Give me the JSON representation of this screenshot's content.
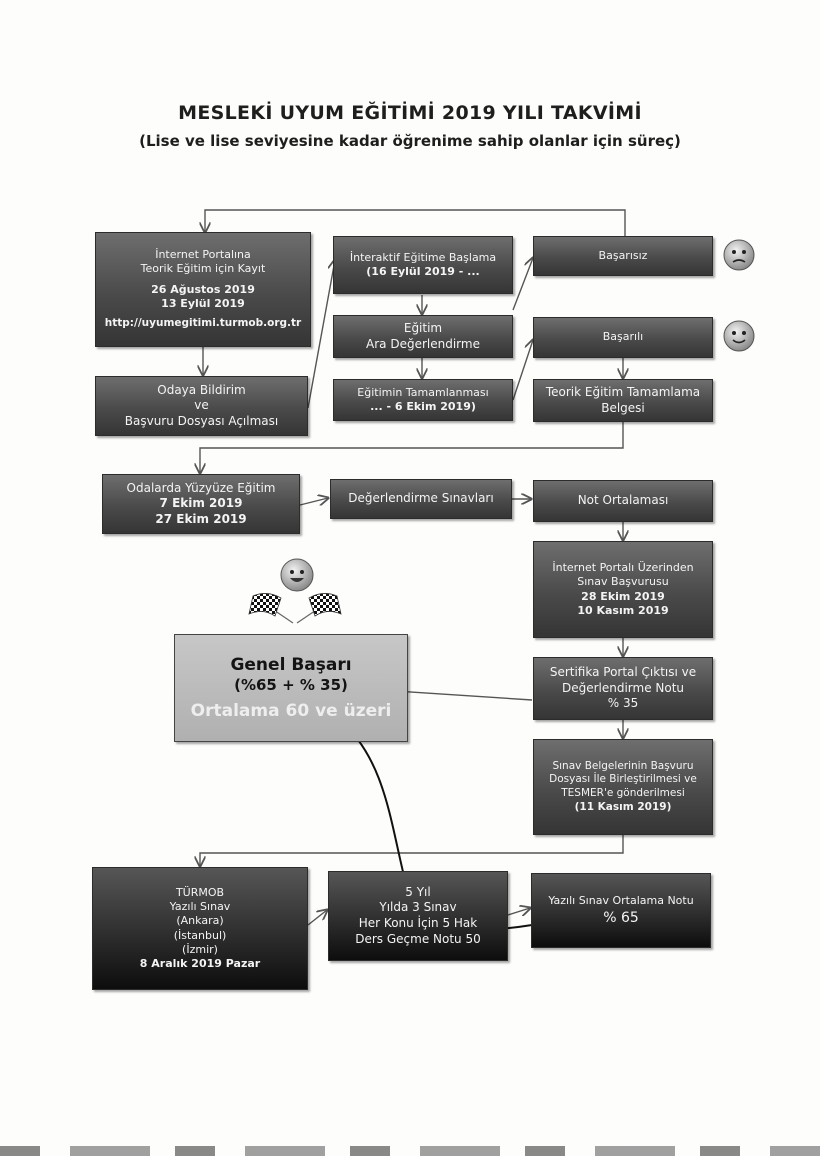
{
  "title": "MESLEKİ UYUM EĞİTİMİ 2019 YILI TAKVİMİ",
  "subtitle": "(Lise ve lise seviyesine kadar öğrenime sahip olanlar için süreç)",
  "boxes": {
    "portal_kayit": {
      "line1": "İnternet Portalına",
      "line2": "Teorik Eğitim için Kayıt",
      "date1": "26 Ağustos 2019",
      "date2": "13 Eylül 2019",
      "url": "http://uyumegitimi.turmob.org.tr"
    },
    "odaya_bildirim": {
      "line1": "Odaya Bildirim",
      "line2": "ve",
      "line3": "Başvuru Dosyası Açılması"
    },
    "interaktif": {
      "line1": "İnteraktif Eğitime Başlama",
      "line2": "(16 Eylül 2019 - ..."
    },
    "ara_degerlendirme": {
      "line1": "Eğitim",
      "line2": "Ara Değerlendirme"
    },
    "tamamlanmasi": {
      "line1": "Eğitimin Tamamlanması",
      "line2": "... - 6 Ekim 2019)"
    },
    "basarisiz": {
      "label": "Başarısız"
    },
    "basarili": {
      "label": "Başarılı"
    },
    "tamamlama_belgesi": {
      "line1": "Teorik Eğitim Tamamlama",
      "line2": "Belgesi"
    },
    "yuzyuze": {
      "line1": "Odalarda Yüzyüze Eğitim",
      "line2": "7 Ekim 2019",
      "line3": "27 Ekim 2019"
    },
    "degerlendirme_sinavlari": {
      "label": "Değerlendirme Sınavları"
    },
    "not_ortalamasi": {
      "label": "Not Ortalaması"
    },
    "sinav_basvurusu": {
      "line1": "İnternet Portalı Üzerinden",
      "line2": "Sınav Başvurusu",
      "line3": "28 Ekim 2019",
      "line4": "10 Kasım 2019"
    },
    "sertifika": {
      "line1": "Sertifika Portal Çıktısı ve",
      "line2": "Değerlendirme Notu",
      "line3": "% 35"
    },
    "genel_basari": {
      "line1": "Genel Başarı",
      "line2": "(%65 + % 35)",
      "line3": "Ortalama 60 ve üzeri"
    },
    "tesmer": {
      "line1": "Sınav Belgelerinin Başvuru",
      "line2": "Dosyası İle Birleştirilmesi ve",
      "line3": "TESMER'e gönderilmesi",
      "line4": "(11 Kasım 2019)"
    },
    "turmob": {
      "line1": "TÜRMOB",
      "line2": "Yazılı Sınav",
      "line3": "(Ankara)",
      "line4": "(İstanbul)",
      "line5": "(İzmir)",
      "line6": "8 Aralık 2019 Pazar"
    },
    "bes_yil": {
      "line1": "5 Yıl",
      "line2": "Yılda 3 Sınav",
      "line3": "Her Konu İçin 5 Hak",
      "line4": "Ders Geçme Notu 50"
    },
    "yazili_ortalama": {
      "line1": "Yazılı Sınav Ortalama Notu",
      "line2": "% 65"
    }
  }
}
